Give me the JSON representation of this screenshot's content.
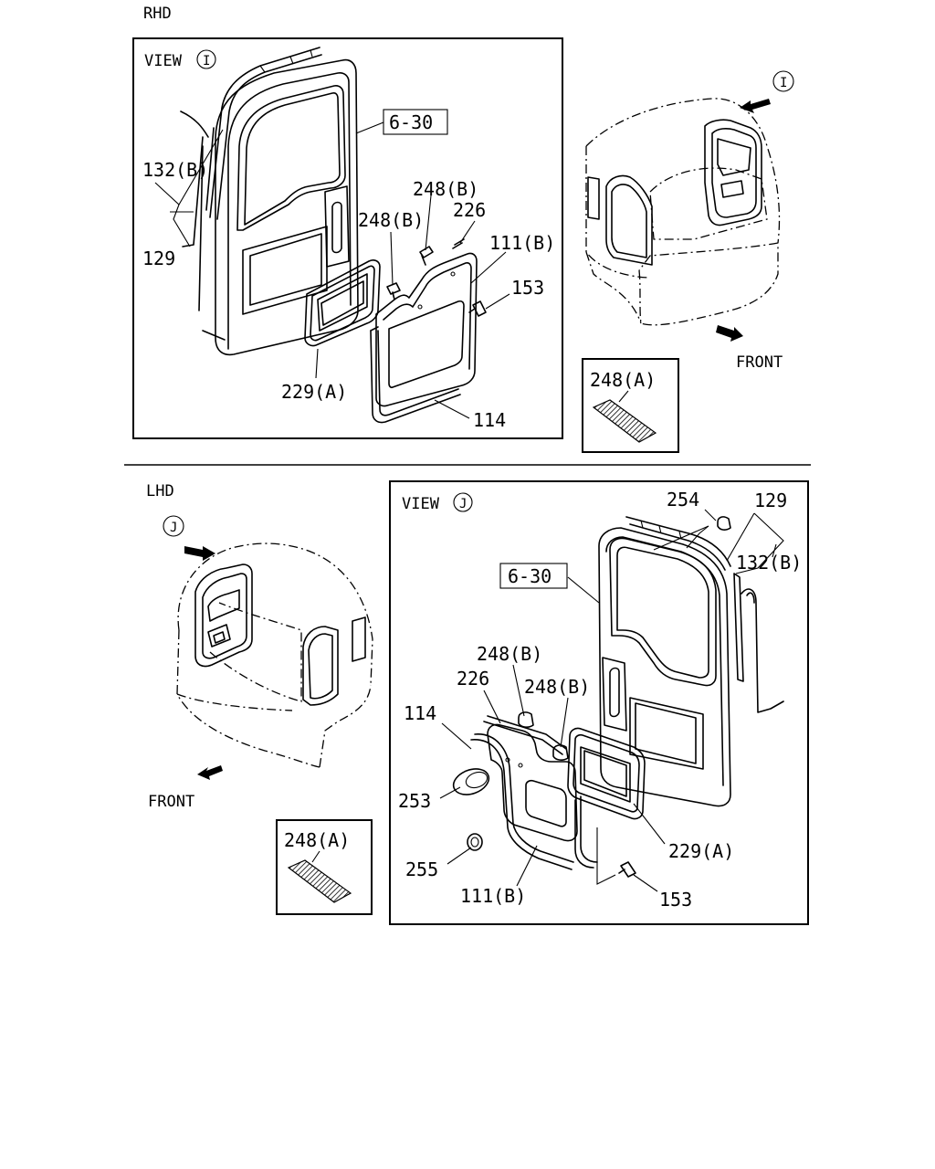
{
  "rhd": {
    "region_label": "RHD",
    "view_label": "VIEW",
    "view_marker": "I",
    "ref_box": "6-30",
    "arrow_marker": "I",
    "front_label": "FRONT",
    "callouts": {
      "p132b": "132(B)",
      "p129": "129",
      "p248b_1": "248(B)",
      "p248b_2": "248(B)",
      "p226": "226",
      "p111b": "111(B)",
      "p153": "153",
      "p229a": "229(A)",
      "p114": "114",
      "p248a": "248(A)"
    }
  },
  "lhd": {
    "region_label": "LHD",
    "view_label": "VIEW",
    "view_marker": "J",
    "ref_box": "6-30",
    "arrow_marker": "J",
    "front_label": "FRONT",
    "callouts": {
      "p254": "254",
      "p129": "129",
      "p132b": "132(B)",
      "p248b_1": "248(B)",
      "p226": "226",
      "p248b_2": "248(B)",
      "p114": "114",
      "p253": "253",
      "p255": "255",
      "p111b": "111(B)",
      "p229a": "229(A)",
      "p153": "153",
      "p248a": "248(A)"
    }
  }
}
